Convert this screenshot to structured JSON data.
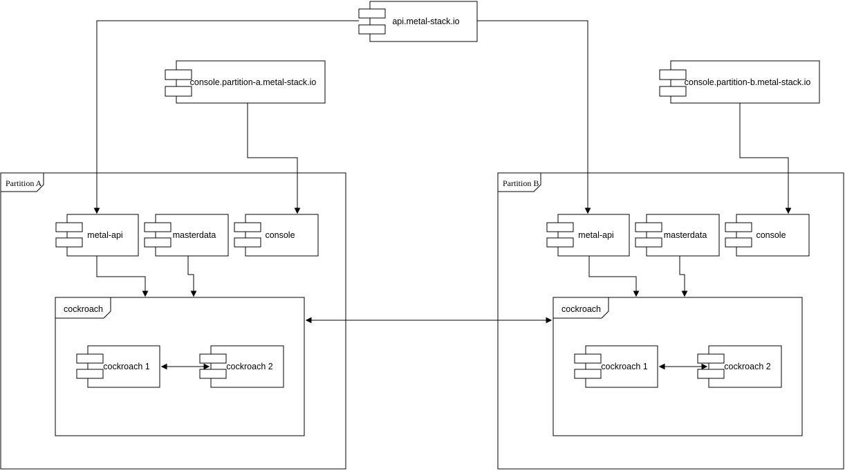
{
  "colors": {
    "stroke": "#000000",
    "shape_fill": "#ffffff",
    "background": "#ffffff"
  },
  "api": {
    "label": "api.metal-stack.io"
  },
  "console_a": {
    "label": "console.partition-a.metal-stack.io"
  },
  "console_b": {
    "label": "console.partition-b.metal-stack.io"
  },
  "partition_a": {
    "label": "Partition A",
    "metal_api": "metal-api",
    "masterdata": "masterdata",
    "console": "console",
    "cockroach": {
      "label": "cockroach",
      "node1": "cockroach 1",
      "node2": "cockroach 2"
    }
  },
  "partition_b": {
    "label": "Partition B",
    "metal_api": "metal-api",
    "masterdata": "masterdata",
    "console": "console",
    "cockroach": {
      "label": "cockroach",
      "node1": "cockroach 1",
      "node2": "cockroach 2"
    }
  }
}
